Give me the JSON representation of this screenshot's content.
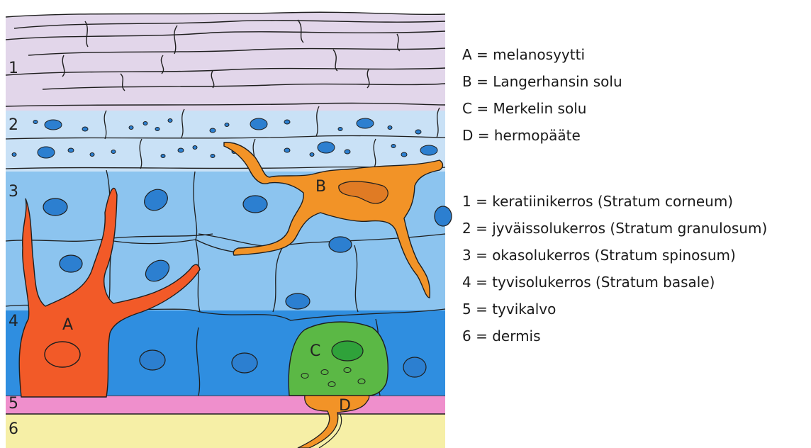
{
  "layer_numbers": [
    "1",
    "2",
    "3",
    "4",
    "5",
    "6"
  ],
  "cell_labels": [
    "A",
    "B",
    "C",
    "D"
  ],
  "legend": {
    "cells": [
      "A = melanosyytti",
      "B = Langerhansin solu",
      "C = Merkelin solu",
      "D = hermopääte"
    ],
    "layers": [
      "1 = keratiinikerros (Stratum corneum)",
      "2 = jyväissolukerros (Stratum granulosum)",
      "3 = okasolukerros (Stratum spinosum)",
      "4 = tyvisolukerros (Stratum basale)",
      "5 = tyvikalvo",
      "6 = dermis"
    ]
  },
  "colors": {
    "stratum_corneum": "#e2d6ea",
    "stratum_granulosum": "#c9e1f6",
    "stratum_spinosum": "#8cc4ef",
    "stratum_basale": "#2f8ee0",
    "basement_membrane": "#ef8fcc",
    "dermis": "#f6efa6",
    "melanocyte": "#f25a28",
    "langerhans_cell": "#f29327",
    "merkel_cell": "#5bb845",
    "nucleus": "#2c7fd0",
    "outline": "#1e1e1e"
  }
}
